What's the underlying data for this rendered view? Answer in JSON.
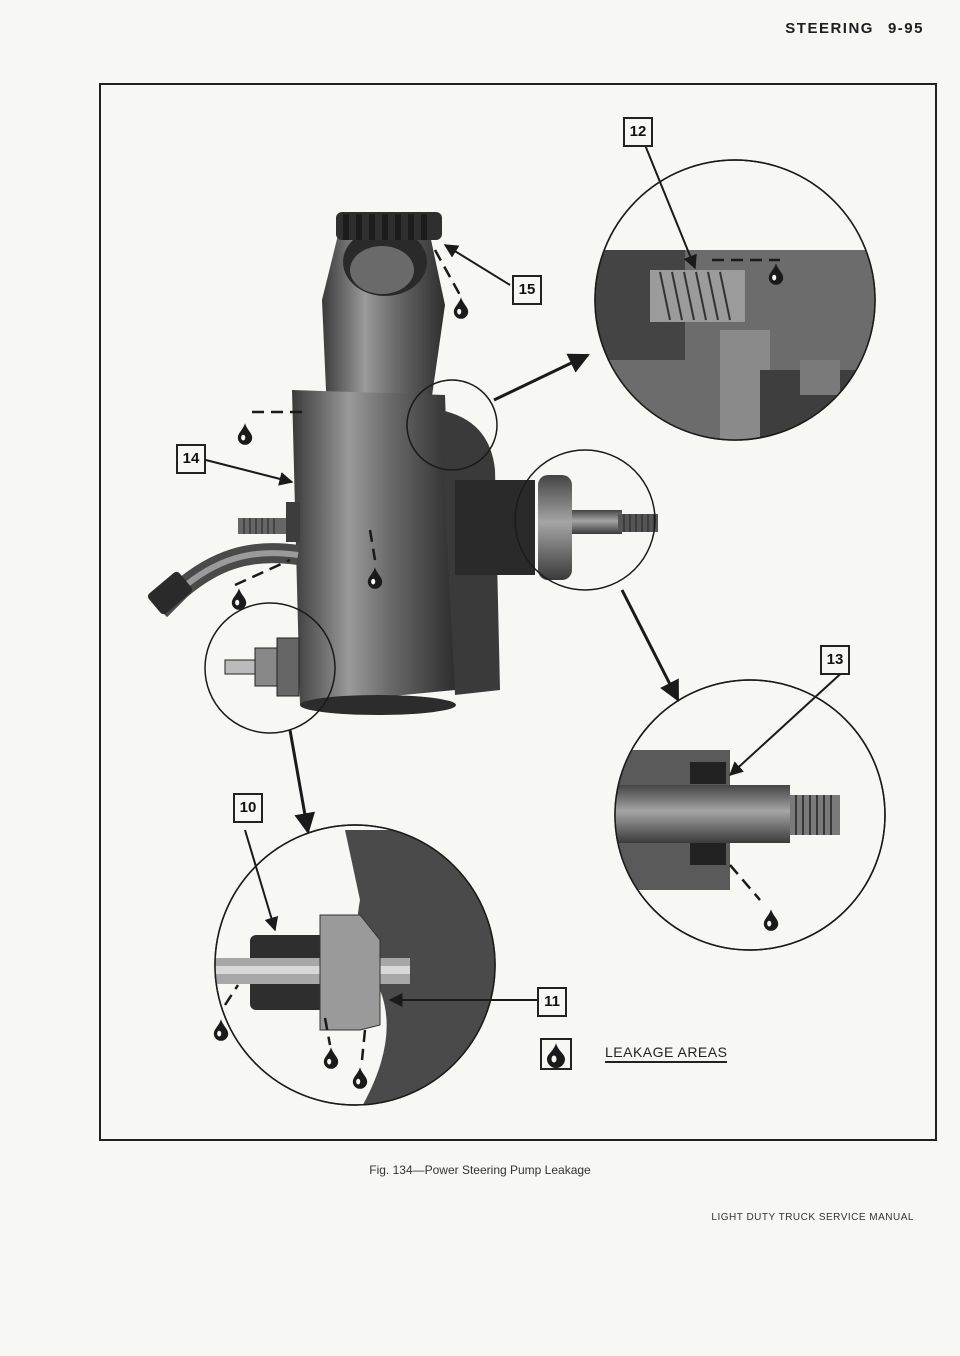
{
  "header": {
    "section": "STEERING",
    "page": "9-95"
  },
  "figure": {
    "callouts": {
      "c10": "10",
      "c11": "11",
      "c12": "12",
      "c13": "13",
      "c14": "14",
      "c15": "15"
    },
    "legend_label": "LEAKAGE AREAS",
    "legend_icon": "oil-drop-icon"
  },
  "caption": "Fig. 134—Power Steering Pump Leakage",
  "footer": "LIGHT DUTY TRUCK SERVICE MANUAL"
}
